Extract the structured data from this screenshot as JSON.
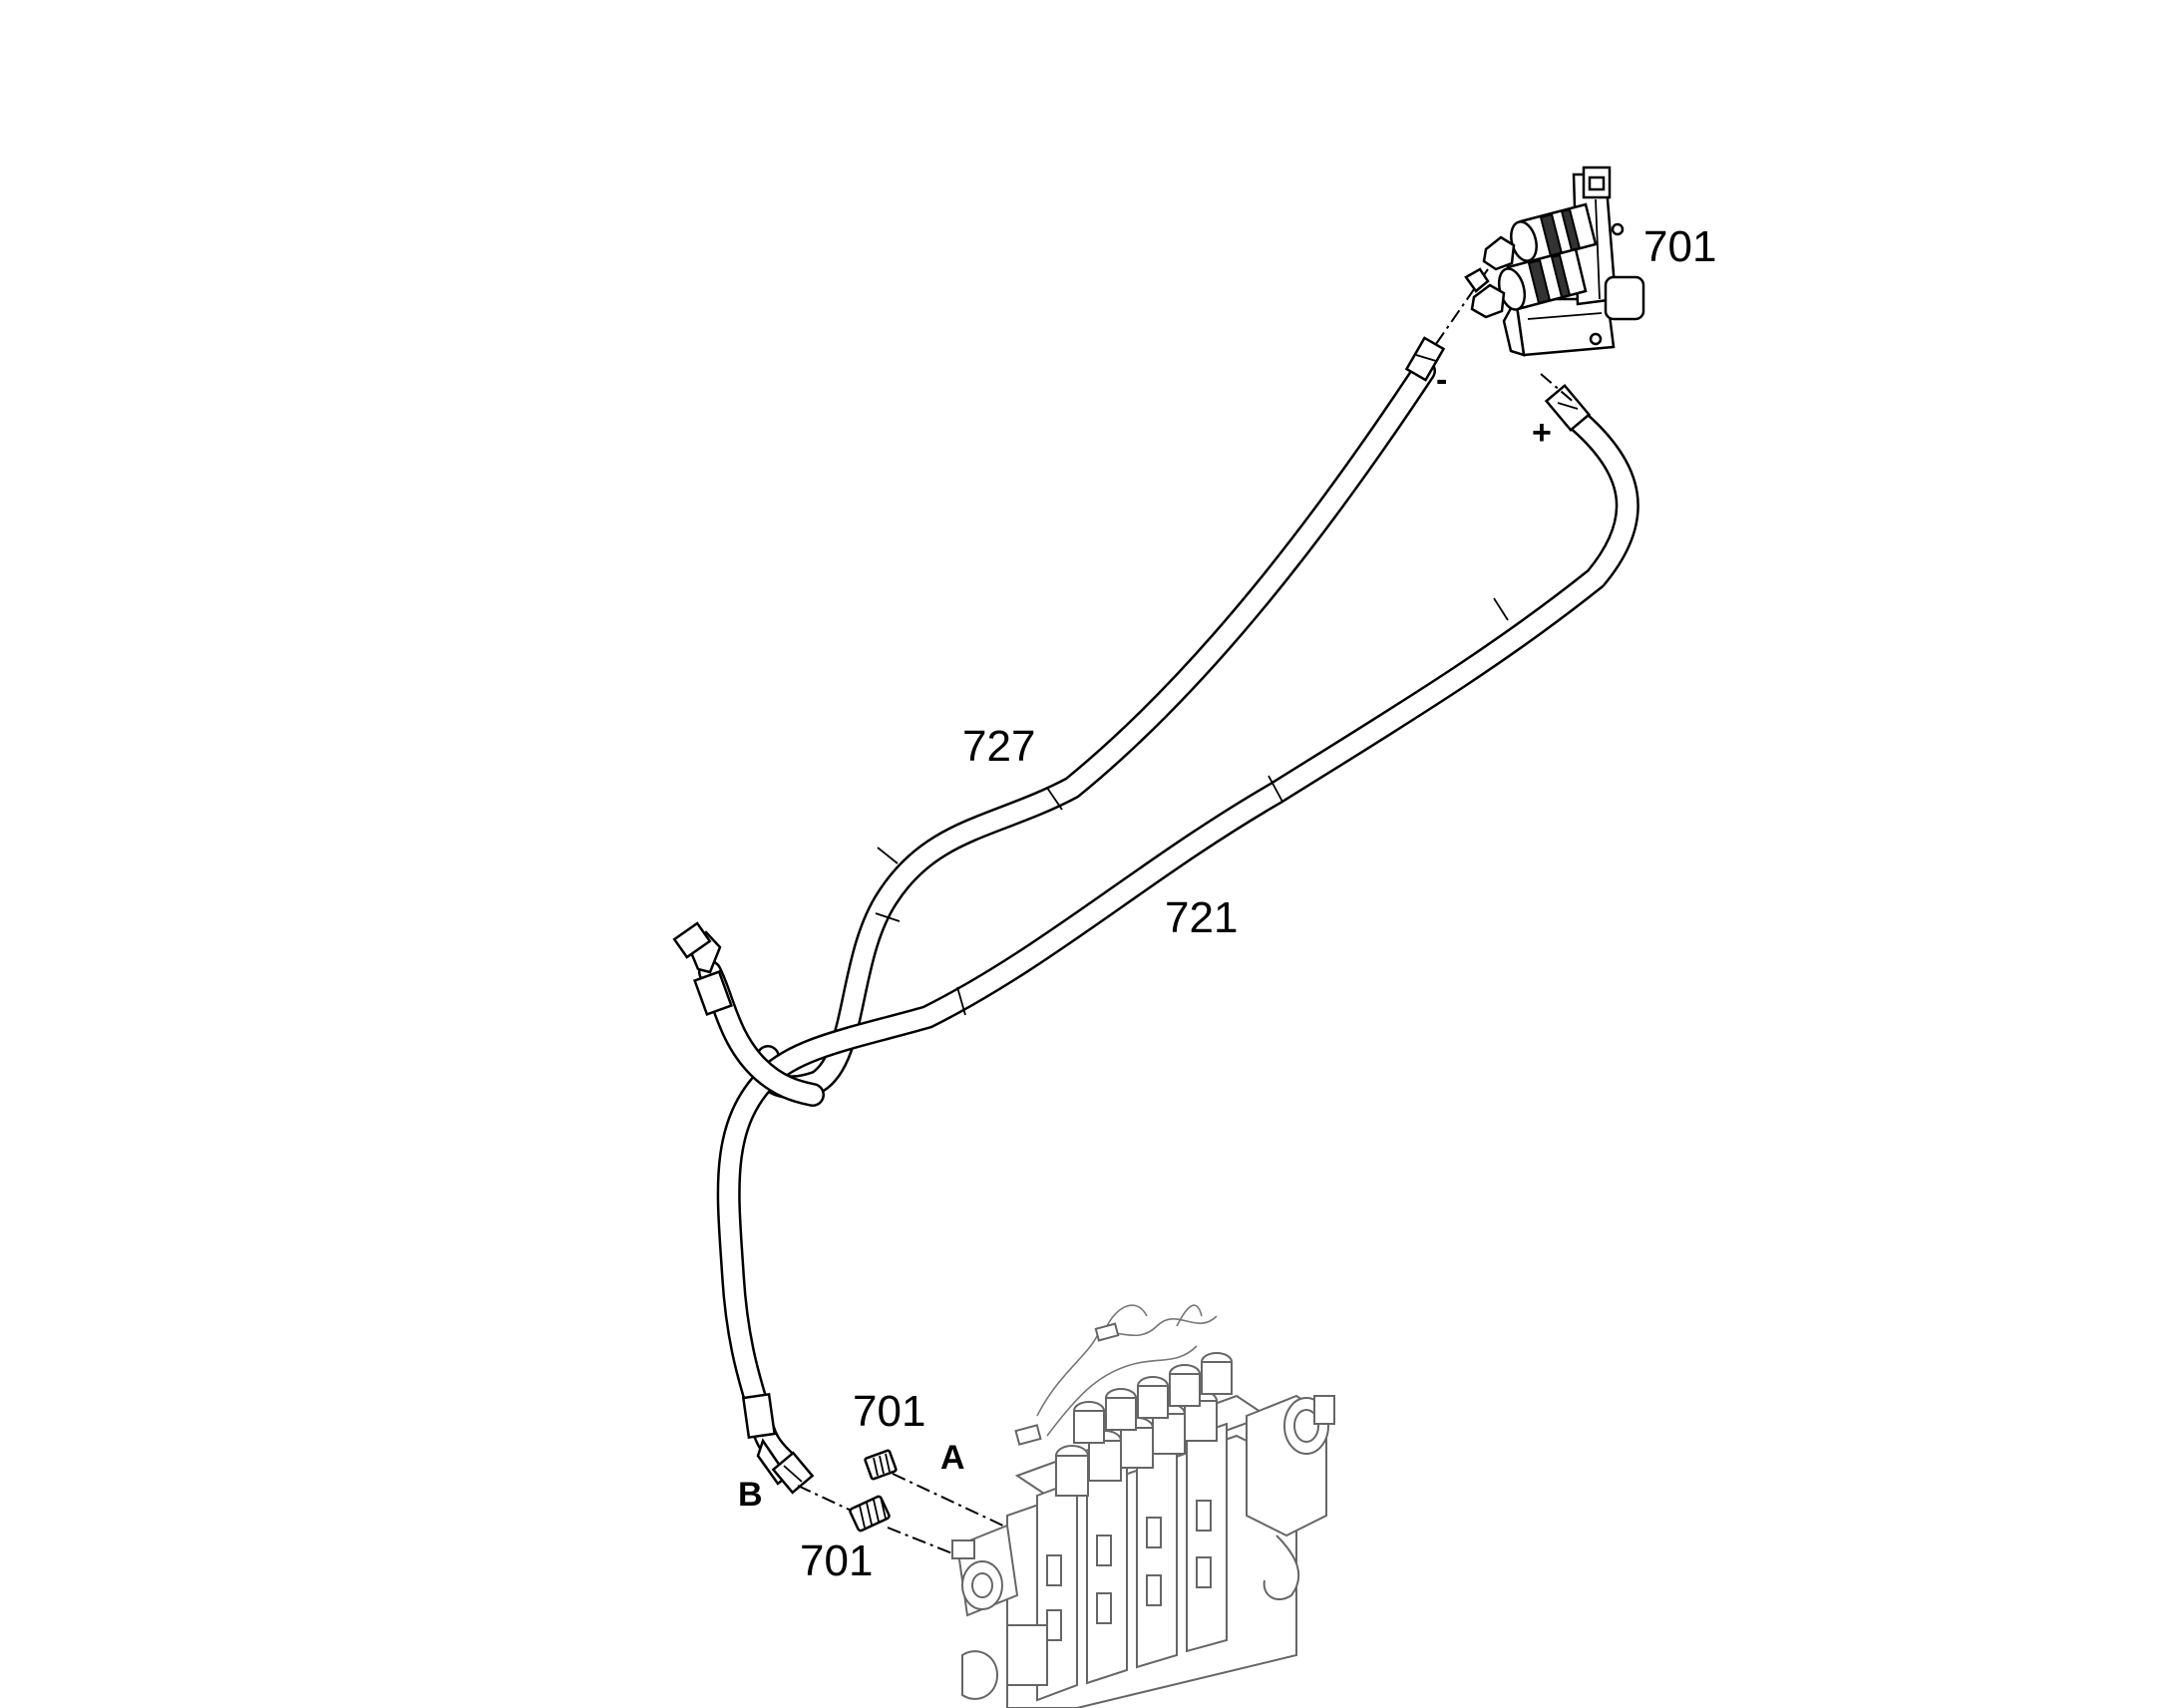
{
  "labels": {
    "valve_top": "701",
    "hose_727": "727",
    "hose_721": "721",
    "fitting_a": "701",
    "fitting_b": "701",
    "port_a": "A",
    "port_b": "B",
    "minus_sign": "-",
    "plus_sign": "+"
  }
}
